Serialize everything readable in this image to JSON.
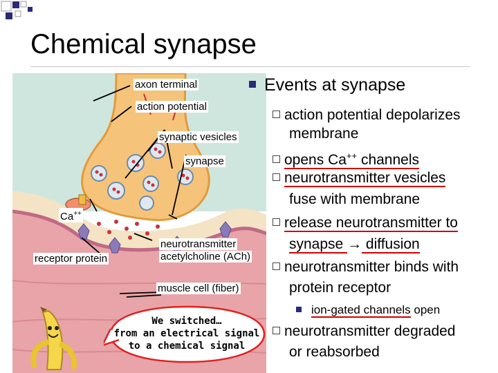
{
  "slide": {
    "title": "Chemical synapse"
  },
  "diagram_labels": {
    "axon_terminal": "axon terminal",
    "action_potential": "action potential",
    "synaptic_vesicles": "synaptic vesicles",
    "synapse": "synapse",
    "ca": "Ca",
    "ca_sup": "++",
    "receptor_protein": "receptor protein",
    "neurotransmitter": "neurotransmitter",
    "acetylcholine": "acetylcholine (ACh)",
    "muscle_cell": "muscle cell (fiber)"
  },
  "events": {
    "heading": "Events at synapse",
    "item1_line1": "action potential depolarizes",
    "item1_line2": "membrane",
    "item2_a": "opens ",
    "item2_b": "Ca",
    "item2_sup": "++",
    "item2_c": " channels",
    "item3_line1": "neurotransmitter vesicles",
    "item3_line2": "fuse with membrane",
    "item4_a": "release ",
    "item4_b": "neurotransmitter to",
    "item4_line2_a": "synapse ",
    "item4_arrow": "→",
    "item4_line2_b": " diffusion",
    "item5_line1": "neurotransmitter binds with",
    "item5_line2": "protein receptor",
    "sub_item_a": "ion-gated channels",
    "sub_item_b": " open",
    "item6_line1": "neurotransmitter degraded",
    "item6_line2": "or reabsorbed"
  },
  "speech_bubble": {
    "line1": "We switched…",
    "line2": "from an electrical signal",
    "line3": "to a chemical signal"
  },
  "colors": {
    "bullet_square": "#2a2a78",
    "underline": "#cc0000",
    "neuron": "#f5c37a",
    "muscle": "#e8a4a8",
    "cytoplasm": "#cfe6df"
  }
}
